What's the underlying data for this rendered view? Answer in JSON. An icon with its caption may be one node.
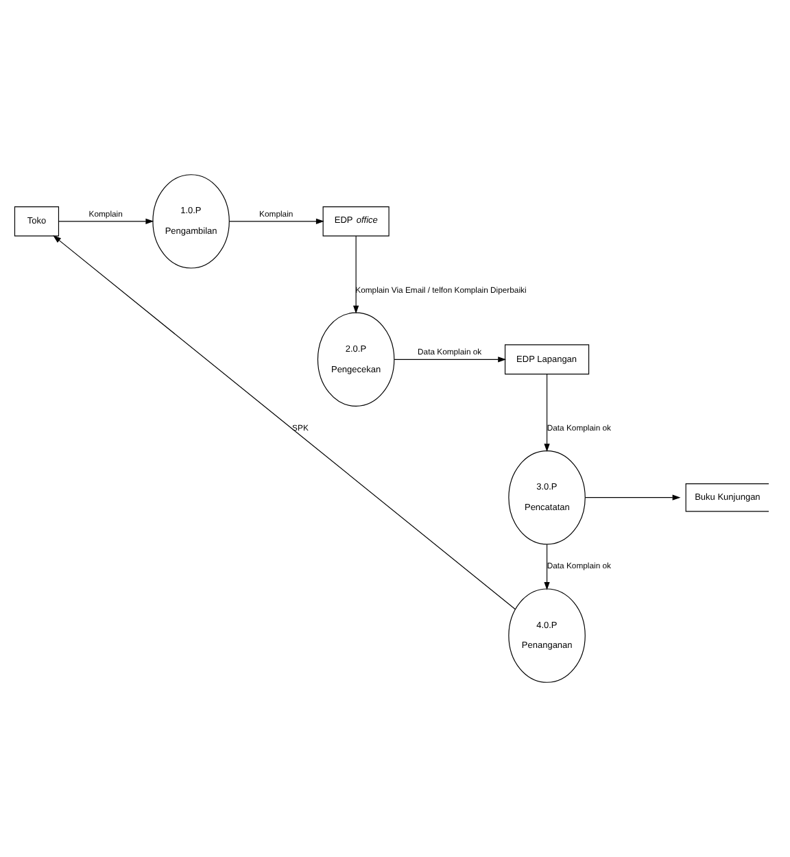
{
  "diagram": {
    "nodes": [
      {
        "text": [
          "Toko"
        ]
      },
      {
        "text": [
          "1.0.P",
          "Pengambilan"
        ]
      },
      {
        "text": [
          "EDP *office*"
        ]
      },
      {
        "text": [
          "2.0.P",
          "Pengecekan"
        ]
      },
      {
        "text": [
          "EDP Lapangan"
        ]
      },
      {
        "text": [
          "3.0.P",
          "Pencatatan"
        ]
      },
      {
        "text": [
          "Buku Kunjungan"
        ]
      },
      {
        "text": [
          "4.0.P",
          "Penanganan"
        ]
      }
    ],
    "edges": [
      {
        "from": 0,
        "to": 1,
        "arrow": "to",
        "label": "Komplain"
      },
      {
        "from": 1,
        "to": 2,
        "arrow": "to",
        "label": "Komplain"
      },
      {
        "from": 2,
        "to": 3,
        "arrow": "to",
        "label": "Komplain Via Email / telfon Komplain Diperbaiki"
      },
      {
        "from": 3,
        "to": 4,
        "arrow": "to",
        "label": "Data Komplain ok"
      },
      {
        "from": 4,
        "to": 5,
        "arrow": "to",
        "label": "Data Komplain ok"
      },
      {
        "from": 5,
        "to": 6,
        "arrow": "to"
      },
      {
        "from": 5,
        "to": 7,
        "arrow": "to",
        "label": "Data Komplain ok"
      },
      {
        "from": 7,
        "to": 0,
        "arrow": "to",
        "label": "SPK"
      }
    ]
  }
}
